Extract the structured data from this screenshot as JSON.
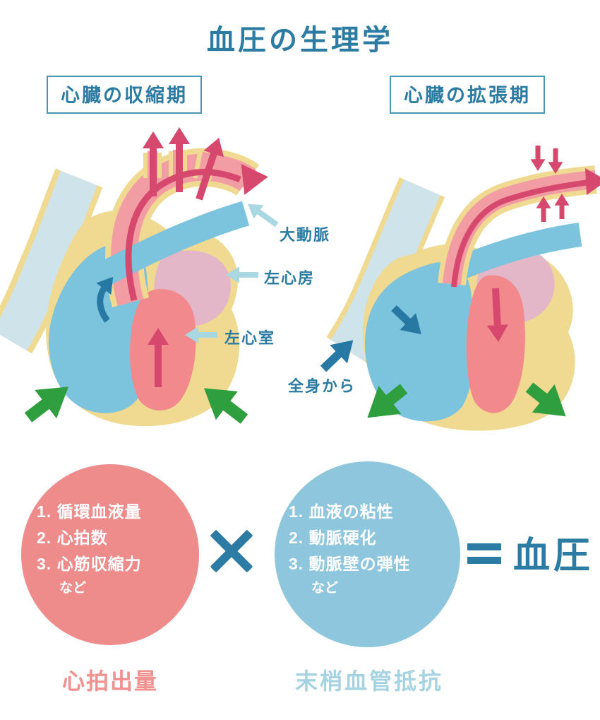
{
  "title": "血圧の生理学",
  "panels": {
    "systole": {
      "header": "心臓の収縮期"
    },
    "diastole": {
      "header": "心臓の拡張期"
    }
  },
  "annotations": {
    "aorta": "大動脈",
    "left_atrium": "左心房",
    "left_ventricle": "左心室",
    "from_body": "全身から"
  },
  "equation": {
    "cardiac_output": {
      "factors": [
        "1. 循環血液量",
        "2. 心拍数",
        "3. 心筋収縮力"
      ],
      "etc": "など",
      "label": "心拍出量"
    },
    "times": "×",
    "peripheral_resistance": {
      "factors": [
        "1. 血液の粘性",
        "2. 動脈硬化",
        "3. 動脈壁の弾性"
      ],
      "etc": "など",
      "label": "末梢血管抵抗"
    },
    "equals": "=",
    "result": "血圧"
  },
  "colors": {
    "accent_teal": "#2b7ba3",
    "header_border": "#4a95b5",
    "pink_circle": "#ee8b8b",
    "blue_circle": "#8ec7dd",
    "pink_label": "#f0908f",
    "blue_label": "#a5d3e2",
    "heart_wall": "#f0d990",
    "vena_cava": "#cfe3ea",
    "right_heart_blue": "#7cc3dd",
    "left_atrium_pink": "#e3b7c8",
    "left_ventricle_coral": "#f28a8d",
    "aorta_pink": "#f29da3",
    "blood_arrow_red": "#d6486e",
    "squeeze_arrow_green": "#2f9e3e",
    "flow_arrow_teal": "#2779a4",
    "label_arrow_lightblue": "#a9d7e2"
  }
}
